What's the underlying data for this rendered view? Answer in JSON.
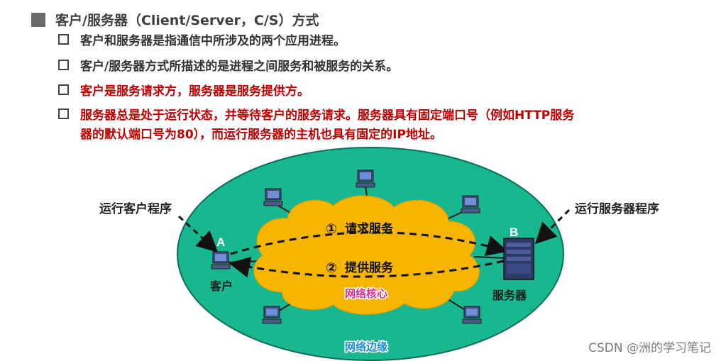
{
  "heading": "客户/服务器（Client/Server，C/S）方式",
  "bullets": [
    {
      "text": "客户和服务器是指通信中所涉及的两个应用进程。",
      "color": "#333333"
    },
    {
      "text": "客户/服务器方式所描述的是进程之间服务和被服务的关系。",
      "color": "#333333"
    },
    {
      "text": "客户是服务请求方，服务器是服务提供方。",
      "color": "#c00000"
    },
    {
      "text_line1": "服务器总是处于运行状态，并等待客户的服务请求。服务器具有固定端口号（例如HTTP服务",
      "text_line2": "器的默认端口号为80），而运行服务器的主机也具有固定的IP地址。",
      "color": "#c00000"
    }
  ],
  "diagram": {
    "left_callout": "运行客户程序",
    "right_callout": "运行服务器程序",
    "host_a_letter": "A",
    "host_a_label": "客户",
    "host_b_letter": "B",
    "host_b_label": "服务器",
    "step1_num": "①",
    "step1_label": "请求服务",
    "step2_num": "②",
    "step2_label": "提供服务",
    "core_label": "网络核心",
    "edge_label": "网络边缘",
    "colors": {
      "edge": "#17b890",
      "core": "#f7b500",
      "arrow": "#111111",
      "accent": "#ffffff",
      "core_label": "#e0308c"
    }
  },
  "watermark": "CSDN @洲的学习笔记"
}
